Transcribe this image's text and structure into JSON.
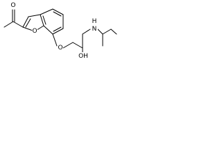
{
  "diagram": {
    "type": "chemical-structure",
    "atom_labels": {
      "carbonyl_oxygen": "O",
      "furan_oxygen": "O",
      "ether_oxygen": "O",
      "hydroxyl": "OH",
      "amine": "N",
      "amine_hydrogen": "H"
    },
    "colors": {
      "bond": "#000000",
      "text": "#000000",
      "background": "#ffffff"
    }
  }
}
